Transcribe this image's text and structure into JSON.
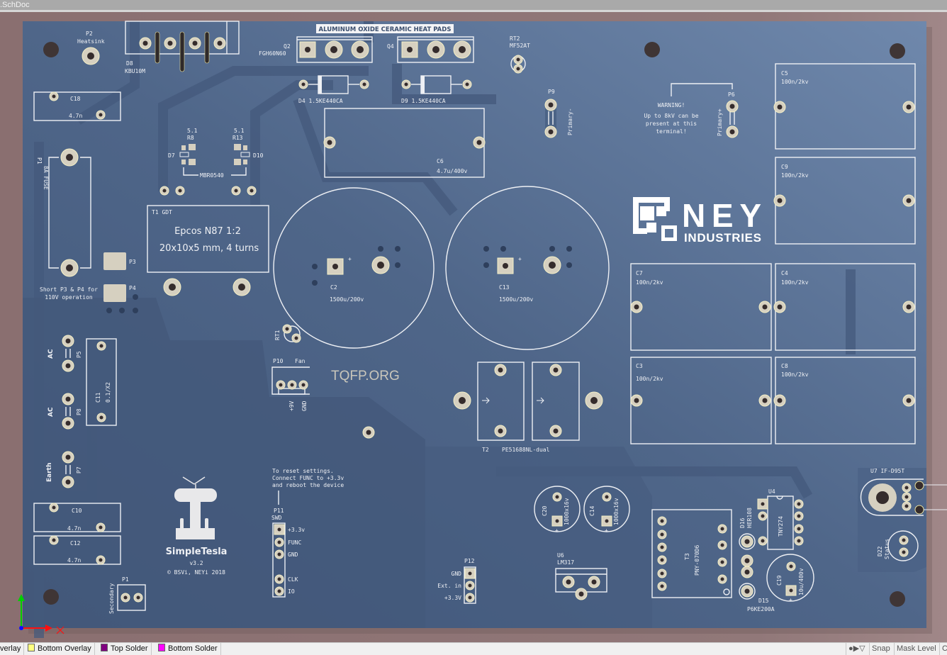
{
  "window": {
    "title": ".SchDoc"
  },
  "layer_tabs": [
    {
      "label": "verlay",
      "color": "#ffff00"
    },
    {
      "label": "Bottom Overlay",
      "color": "#ffff80"
    },
    {
      "label": "Top Solder",
      "color": "#800080"
    },
    {
      "label": "Bottom Solder",
      "color": "#ff00ff"
    }
  ],
  "status": {
    "snap": "Snap",
    "mask_level": "Mask Level",
    "clear": "C"
  },
  "colors": {
    "board": "#4f6689",
    "silkscreen": "#eef0f4",
    "pad": "#d6d0c0",
    "background": "#8f7676"
  },
  "pcb": {
    "p2": "P2",
    "heatsink": "Heatsink",
    "d8": "D8",
    "kbu": "KBU10M",
    "heatpads": "ALUMINUM OXIDE CERAMIC HEAT PADS",
    "q2": "Q2",
    "fgh": "FGH60N60",
    "q4": "Q4",
    "d4": "D4  1.5KE440CA",
    "d9": "D9  1.5KE440CA",
    "rt2": "RT2",
    "mf52": "MF52AT",
    "c6": "C6",
    "c6v": "4.7u/400v",
    "p9": "P9",
    "primary_minus": "Primary-",
    "warning": [
      "WARNING!",
      "Up to 8kV can be",
      "present at this",
      "terminal!"
    ],
    "p6": "P6",
    "primary_plus": "Primary+",
    "c5": "C5",
    "c9": "C9",
    "c7": "C7",
    "c4": "C4",
    "c3": "C3",
    "c8": "C8",
    "hv_cap": "100n/2kv",
    "ney": "NEY",
    "industries": "INDUSTRIES",
    "c18": "C18",
    "c10": "C10",
    "c12": "C12",
    "small_cap": "4.7n",
    "p1_fuse": "P1",
    "fuse": "8A FUSE",
    "r8v": "5.1",
    "r8": "R8",
    "r13v": "5.1",
    "r13": "R13",
    "d7": "D7",
    "d10": "D10",
    "mbr": "MBR0540",
    "t1": "T1  GDT",
    "t1_core": "Epcos N87 1:2",
    "t1_spec": "20x10x5 mm, 4 turns",
    "p3": "P3",
    "p4": "P4",
    "short1": "Short P3 & P4 for",
    "short2": "110V operation",
    "c2": "C2",
    "c13": "C13",
    "bulk_cap": "1500u/200v",
    "plus": "+",
    "rt1": "RT1",
    "tqfp": "TQFP.ORG",
    "p10": "P10",
    "fan": "Fan",
    "p9v": "+9V",
    "gnd": "GND",
    "ac": "AC",
    "p5": "P5",
    "p8": "P8",
    "c11": "C11",
    "c11v": "0.1/X2",
    "earth": "Earth",
    "p7": "P7",
    "p1_sec": "P1",
    "secondary": "Secondary",
    "brand": "SimpleTesla",
    "version": "v3.2",
    "copyright": "© BSVi, NEYi 2018",
    "reset": [
      "To reset settings.",
      "Connect FUNC to +3.3v",
      "and reboot the device"
    ],
    "p11": "P11",
    "swd": "SWD",
    "swd_pins": [
      "+3.3v",
      "FUNC",
      "GND",
      "CLK",
      "IO"
    ],
    "t2": "T2",
    "t2_part": "PE51688NL-dual",
    "c20": "C20",
    "c14": "C14",
    "lv_cap": "1000x16v",
    "u6": "U6",
    "lm317": "LM317",
    "p12": "P12",
    "p12_pins": [
      "GND",
      "Ext. in",
      "+3.3V"
    ],
    "t3": "T3",
    "t3_part": "PNY-070D6",
    "d16": "D16",
    "her": "HER108",
    "d15": "D15",
    "p6ke": "P6KE200A",
    "u4": "U4",
    "tny": "TNY274",
    "c19": "C19",
    "c19v": "10u/400v",
    "u7": "U7 IF-D95T",
    "d22": "D22",
    "status_led": "Status"
  }
}
